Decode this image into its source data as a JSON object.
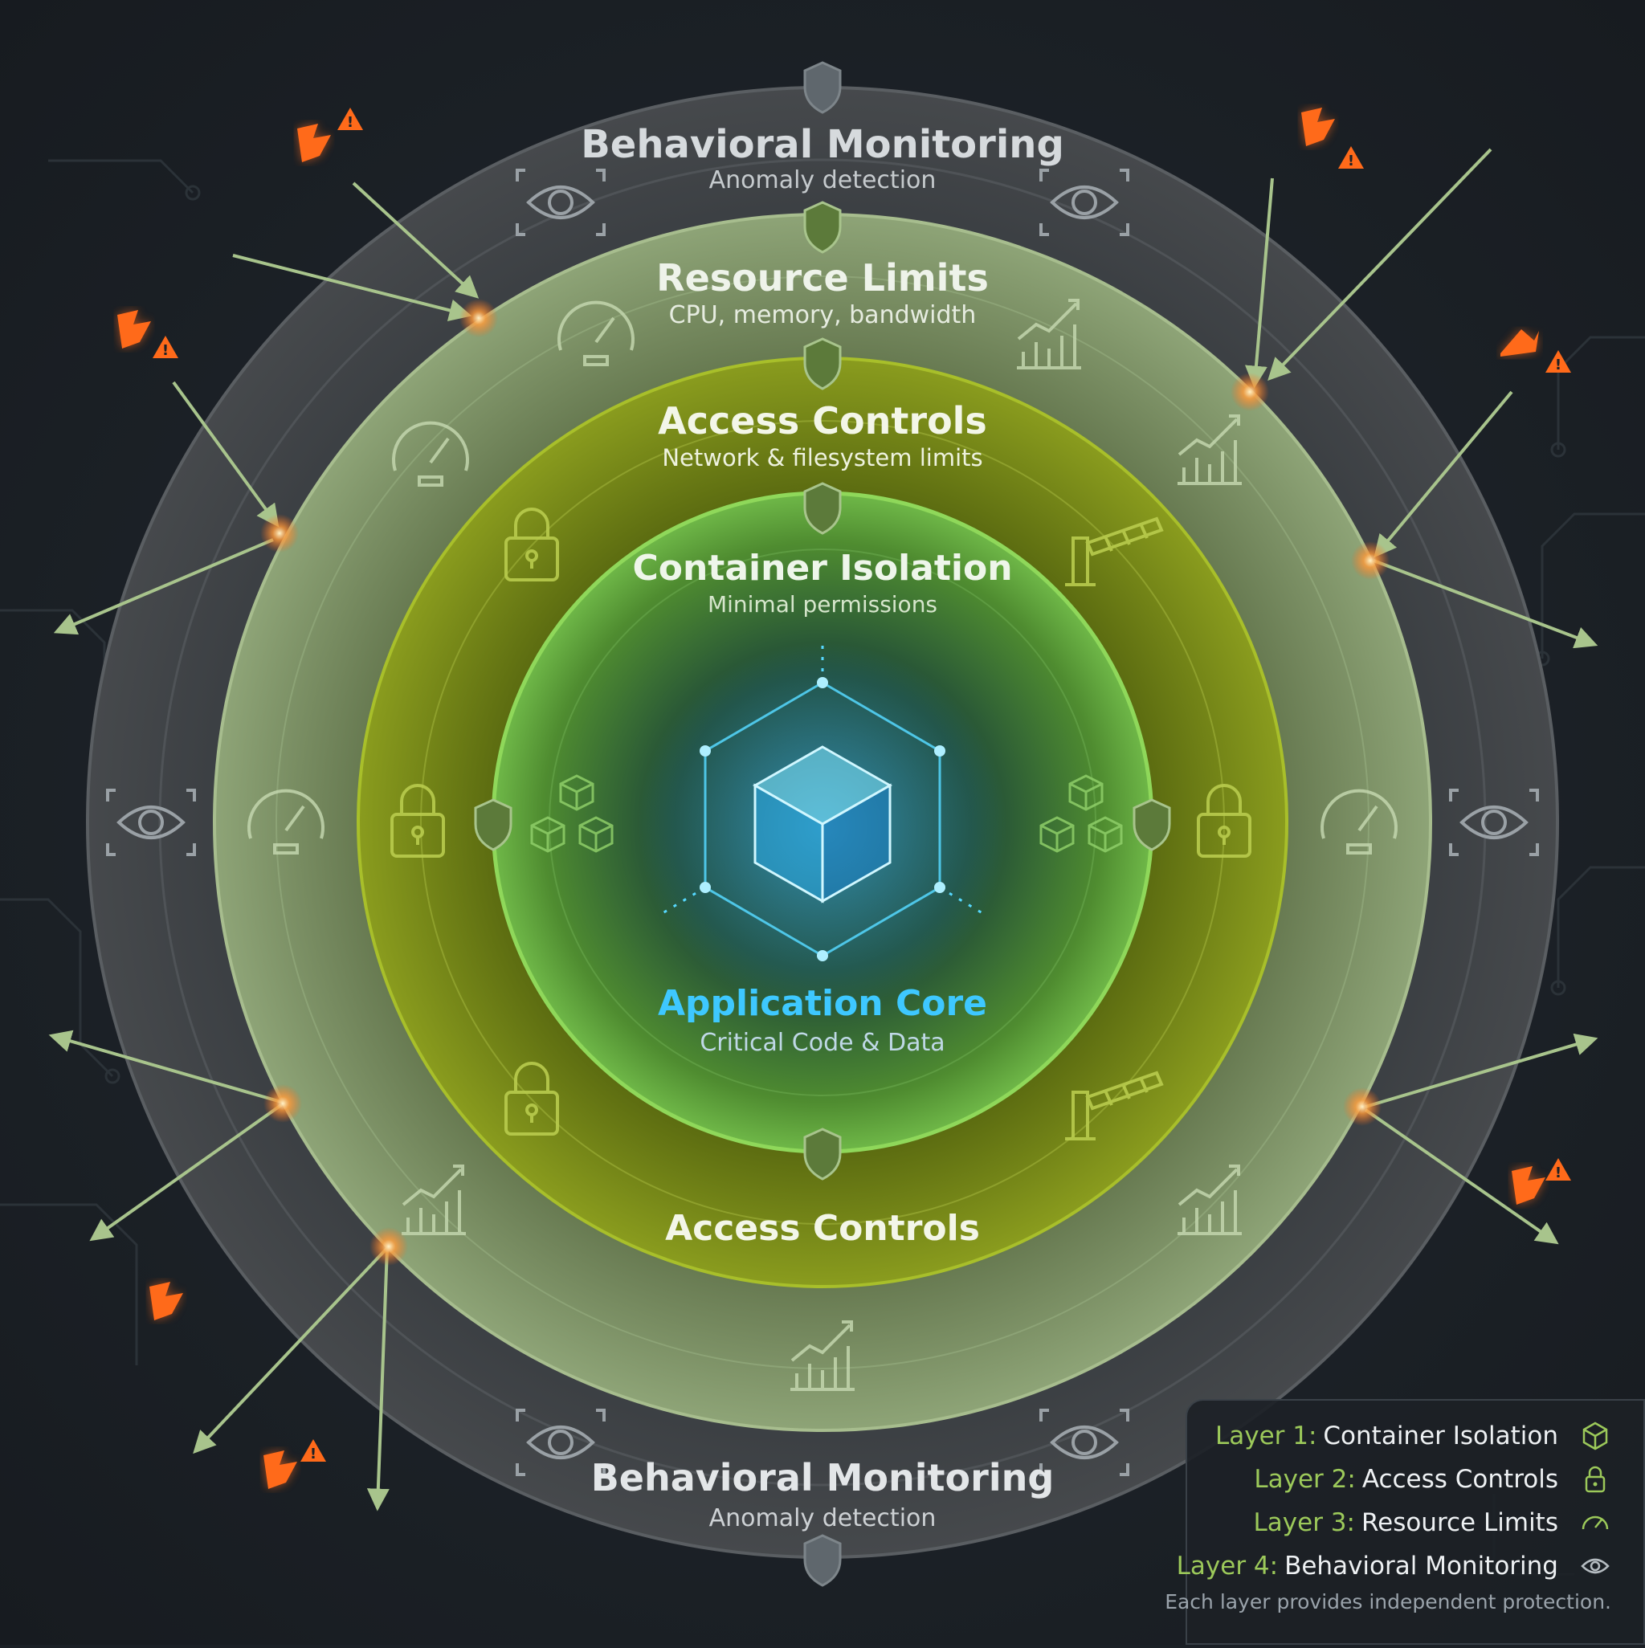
{
  "colors": {
    "background": "#1b2026",
    "layer4": "#3d4145",
    "layer3": "#7d9664",
    "layer2": "#8aa018",
    "layer1": "#69b83c",
    "core": "#38c8ff",
    "threat": "#ff6a1a",
    "legend_accent": "#9cc95a"
  },
  "rings": {
    "behavioral_top": {
      "title": "Behavioral Monitoring",
      "subtitle": "Anomaly detection"
    },
    "resource": {
      "title": "Resource Limits",
      "subtitle": "CPU, memory, bandwidth"
    },
    "access_top": {
      "title": "Access Controls",
      "subtitle": "Network & filesystem limits"
    },
    "container": {
      "title": "Container Isolation",
      "subtitle": "Minimal permissions"
    },
    "access_bottom": {
      "title": "Access Controls"
    },
    "behavioral_bottom": {
      "title": "Behavioral Monitoring",
      "subtitle": "Anomaly detection"
    }
  },
  "core": {
    "title": "Application Core",
    "subtitle": "Critical Code & Data"
  },
  "icons": {
    "layer1": "cube-stack-icon",
    "layer2": "lock-icon",
    "layer2_alt": "barrier-gate-icon",
    "layer3": "speedometer-icon",
    "layer3_alt": "growth-chart-icon",
    "layer4": "eye-icon",
    "boundary": "shield-icon",
    "threat": "warning-triangle-icon"
  },
  "legend": {
    "items": [
      {
        "number": "Layer 1:",
        "name": "Container Isolation",
        "icon": "cube-icon"
      },
      {
        "number": "Layer 2:",
        "name": "Access Controls",
        "icon": "lock-icon"
      },
      {
        "number": "Layer 3:",
        "name": "Resource Limits",
        "icon": "speedometer-icon"
      },
      {
        "number": "Layer 4:",
        "name": "Behavioral Monitoring",
        "icon": "eye-icon"
      }
    ],
    "note": "Each layer provides independent protection."
  }
}
